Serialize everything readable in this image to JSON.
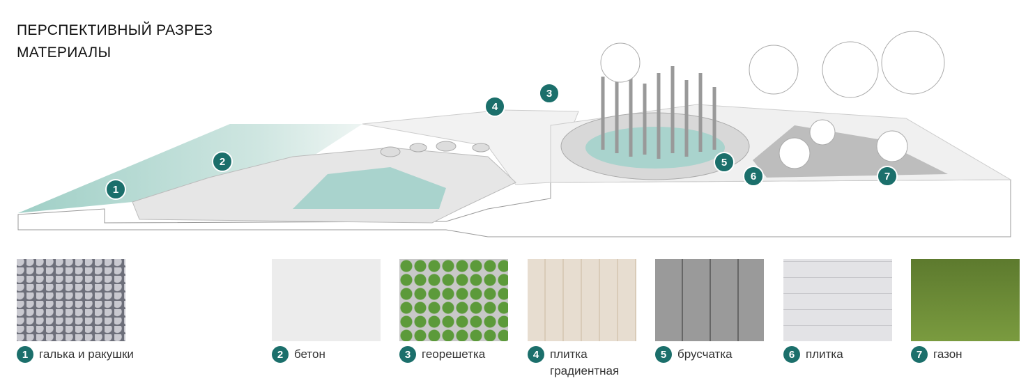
{
  "title": {
    "line1": "ПЕРСПЕКТИВНЫЙ РАЗРЕЗ",
    "line2": "МАТЕРИАЛЫ"
  },
  "accent": "#1b6f6b",
  "markers": [
    "1",
    "2",
    "3",
    "4",
    "5",
    "6",
    "7"
  ],
  "materials": [
    {
      "num": "1",
      "label": "галька и ракушки"
    },
    {
      "num": "2",
      "label": "бетон"
    },
    {
      "num": "3",
      "label": "георешетка"
    },
    {
      "num": "4",
      "label": "плитка градиентная"
    },
    {
      "num": "5",
      "label": "брусчатка"
    },
    {
      "num": "6",
      "label": "плитка"
    },
    {
      "num": "7",
      "label": "газон"
    }
  ]
}
